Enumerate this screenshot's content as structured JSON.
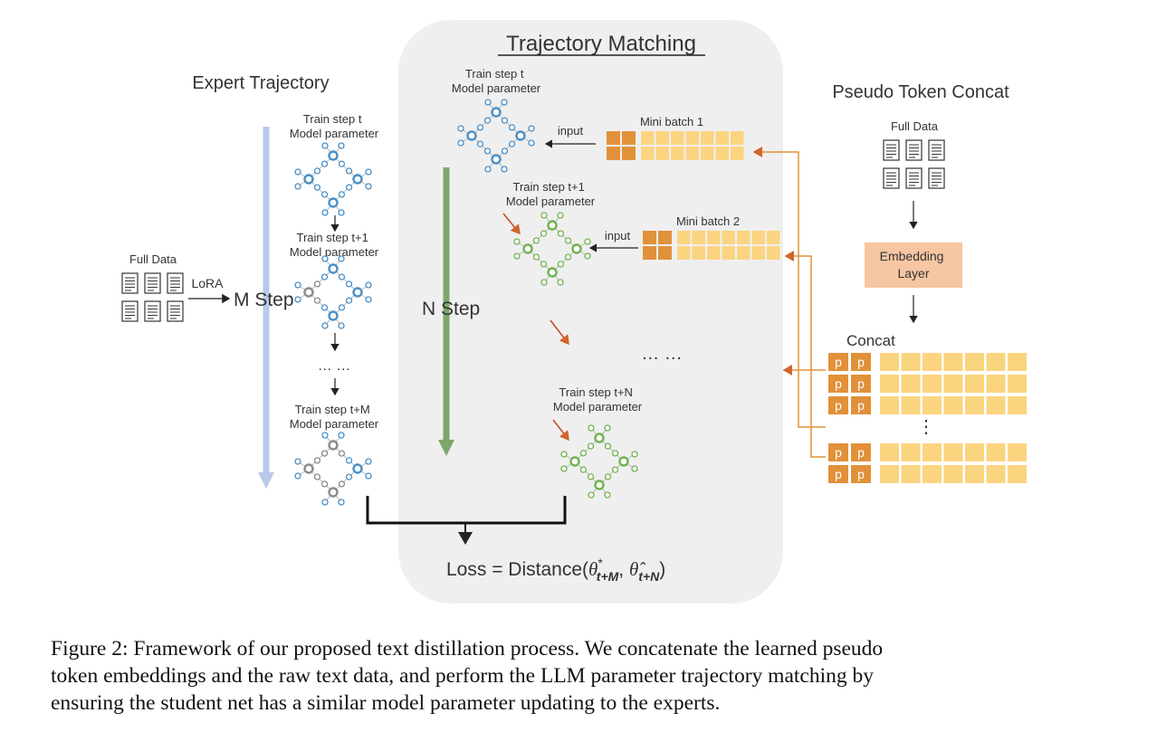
{
  "diagram": {
    "center_title": "Trajectory Matching",
    "expert": {
      "heading": "Expert Trajectory",
      "full_data_label": "Full Data",
      "lora_label": "LoRA",
      "m_step_label": "M Step",
      "steps": [
        {
          "line1": "Train step t",
          "line2": "Model parameter"
        },
        {
          "line1": "Train step t+1",
          "line2": "Model parameter"
        },
        {
          "line1": "Train step t+M",
          "line2": "Model parameter"
        }
      ],
      "ellipsis": "… …"
    },
    "student": {
      "n_step_label": "N Step",
      "steps": [
        {
          "line1": "Train step t",
          "line2": "Model parameter"
        },
        {
          "line1": "Train step t+1",
          "line2": "Model parameter"
        },
        {
          "line1": "Train step t+N",
          "line2": "Model parameter"
        }
      ],
      "input_label": "input",
      "mini_batches": [
        "Mini batch 1",
        "Mini batch 2"
      ],
      "ellipsis": "… …"
    },
    "pseudo": {
      "heading": "Pseudo Token Concat",
      "full_data_label": "Full Data",
      "embedding_line1": "Embedding",
      "embedding_line2": "Layer",
      "concat_label": "Concat",
      "token": "p",
      "vertical_ellipsis": "⋮"
    },
    "loss": {
      "prefix": "Loss = Distance(",
      "theta1": "θ",
      "theta1_sup": "*",
      "theta1_sub": "t+M",
      "separator": ", ",
      "theta2": "θ̂",
      "theta2_sub": "t+N",
      "suffix": ")"
    },
    "colors": {
      "blue_node": "#4a8fc5",
      "green_node": "#6fb24e",
      "gray_node": "#8a8a8a",
      "orange": "#e1913a",
      "light_yellow": "#fbd47f",
      "arrow_orange": "#d0652d",
      "m_step_blue": "#b8c9ec",
      "n_step_green": "#7ea66a",
      "panel_gray": "#efefef",
      "embedding_fill": "#f7c6a2"
    }
  },
  "caption": {
    "line1": "Figure 2: Framework of our proposed text distillation process. We concatenate the learned pseudo",
    "line2": "token embeddings and the raw text data, and perform the LLM parameter trajectory matching by",
    "line3": "ensuring the student net has a similar model parameter updating to the experts."
  }
}
